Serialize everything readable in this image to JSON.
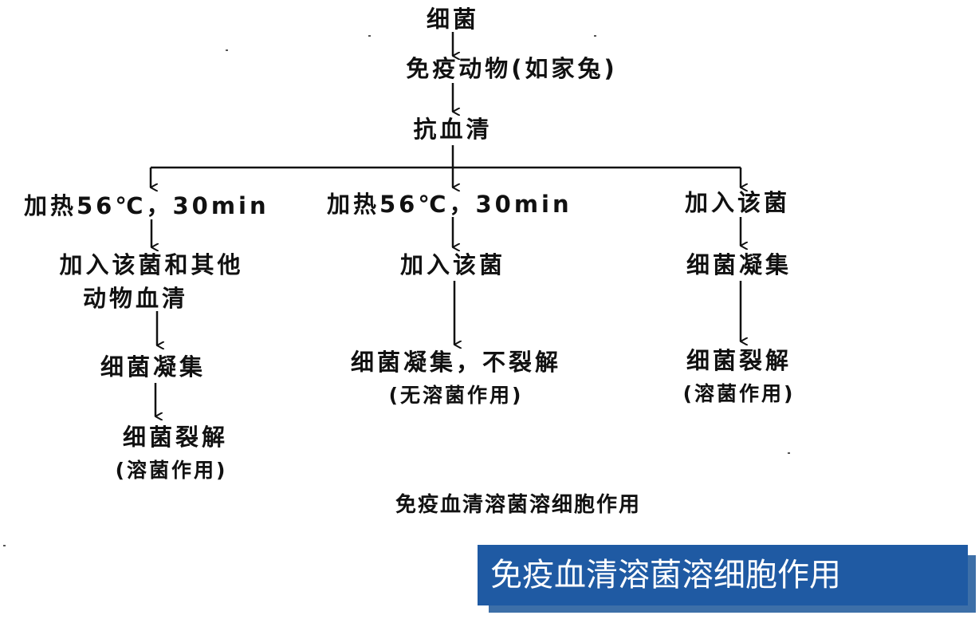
{
  "diagram": {
    "root": "细菌",
    "animal": "免疫动物(如家兔)",
    "serum": "抗血清",
    "left_branch": {
      "step1": "加热56℃，30min",
      "step2_line1": "加入该菌和其他",
      "step2_line2": "动物血清",
      "step3": "细菌凝集",
      "step4": "细菌裂解",
      "step5": "(溶菌作用)"
    },
    "middle_branch": {
      "step1": "加热56℃，30min",
      "step2": "加入该菌",
      "step3": "细菌凝集，不裂解",
      "step4": "(无溶菌作用)"
    },
    "right_branch": {
      "step1": "加入该菌",
      "step2": "细菌凝集",
      "step3": "细菌裂解",
      "step4": "(溶菌作用)"
    },
    "caption": "免疫血清溶菌溶细胞作用"
  },
  "banner": {
    "title": "免疫血清溶菌溶细胞作用",
    "color": "#1f5aa3"
  }
}
